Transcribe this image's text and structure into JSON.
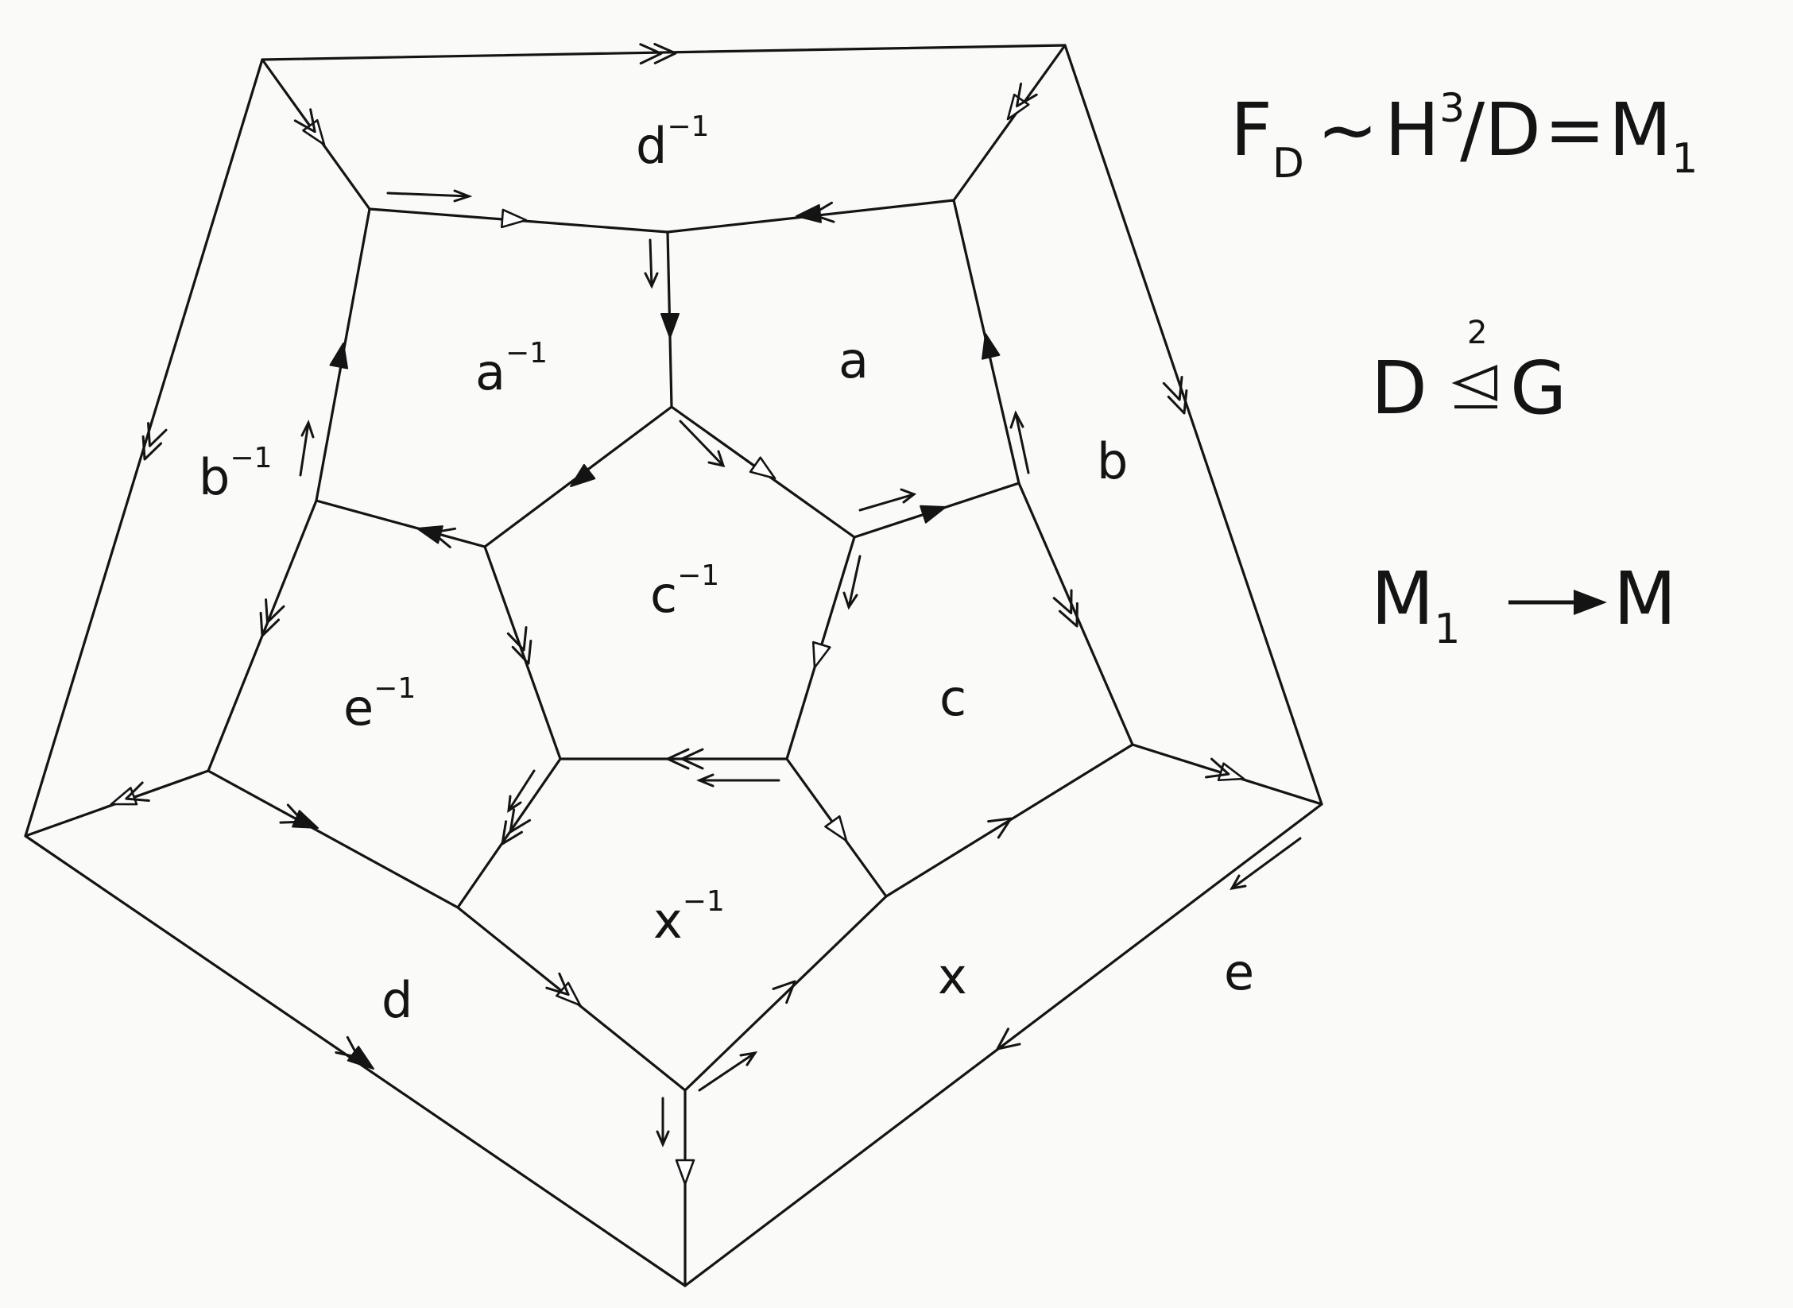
{
  "diagram": {
    "face_labels": [
      {
        "id": "d-inv",
        "base": "d",
        "sup": "−1"
      },
      {
        "id": "a-inv",
        "base": "a",
        "sup": "−1"
      },
      {
        "id": "a",
        "base": "a",
        "sup": ""
      },
      {
        "id": "b-inv",
        "base": "b",
        "sup": "−1"
      },
      {
        "id": "b",
        "base": "b",
        "sup": ""
      },
      {
        "id": "c-inv",
        "base": "c",
        "sup": "−1"
      },
      {
        "id": "e-inv",
        "base": "e",
        "sup": "−1"
      },
      {
        "id": "c",
        "base": "c",
        "sup": ""
      },
      {
        "id": "x-inv",
        "base": "x",
        "sup": "−1"
      },
      {
        "id": "d",
        "base": "d",
        "sup": ""
      },
      {
        "id": "x",
        "base": "x",
        "sup": ""
      },
      {
        "id": "e",
        "base": "e",
        "sup": ""
      }
    ],
    "formulas": {
      "f1": {
        "F": "F",
        "F_sub": "D",
        "tilde": "~",
        "H": "H",
        "H_sup": "3",
        "slash_D": "/D",
        "eq": "=",
        "M": "M",
        "M_sub": "1"
      },
      "f2": {
        "left": "D",
        "index": "2",
        "right": "G"
      },
      "f3": {
        "M": "M",
        "M_sub": "1",
        "right": "M"
      }
    },
    "colors": {
      "ink": "#141414",
      "paper": "#fafaf8"
    }
  }
}
